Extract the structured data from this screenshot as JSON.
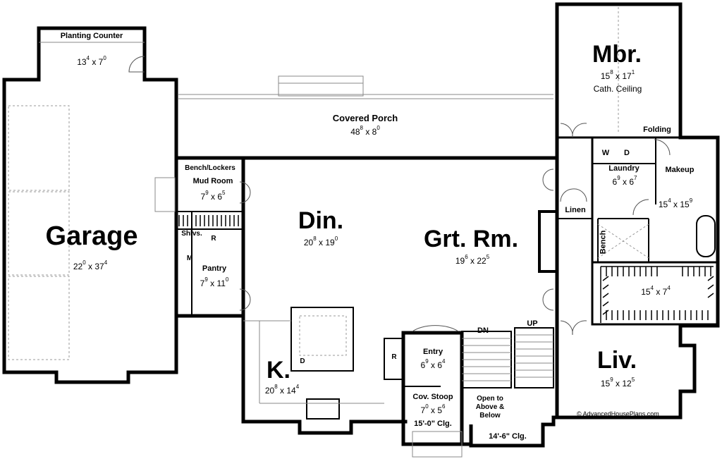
{
  "rooms": {
    "planting": {
      "name": "Planting Counter",
      "dim": {
        "w": "13",
        "wi": "4",
        "h": "7",
        "hi": "0"
      }
    },
    "porch": {
      "name": "Covered Porch",
      "dim": {
        "w": "48",
        "wi": "8",
        "h": "8",
        "hi": "0"
      }
    },
    "mbr": {
      "name": "Mbr.",
      "dim": {
        "w": "15",
        "wi": "8",
        "h": "17",
        "hi": "1"
      },
      "note": "Cath. Ceiling"
    },
    "garage": {
      "name": "Garage",
      "dim": {
        "w": "22",
        "wi": "0",
        "h": "37",
        "hi": "4"
      }
    },
    "mudroom": {
      "name": "Mud Room",
      "dim": {
        "w": "7",
        "wi": "9",
        "h": "6",
        "hi": "5"
      }
    },
    "pantry": {
      "name": "Pantry",
      "dim": {
        "w": "7",
        "wi": "9",
        "h": "11",
        "hi": "0"
      }
    },
    "din": {
      "name": "Din.",
      "dim": {
        "w": "20",
        "wi": "8",
        "h": "19",
        "hi": "0"
      }
    },
    "grt": {
      "name": "Grt. Rm.",
      "dim": {
        "w": "19",
        "wi": "6",
        "h": "22",
        "hi": "5"
      }
    },
    "kitchen": {
      "name": "K.",
      "dim": {
        "w": "20",
        "wi": "8",
        "h": "14",
        "hi": "4"
      }
    },
    "entry": {
      "name": "Entry",
      "dim": {
        "w": "6",
        "wi": "9",
        "h": "6",
        "hi": "4"
      }
    },
    "stoop": {
      "name": "Cov. Stoop",
      "dim": {
        "w": "7",
        "wi": "0",
        "h": "5",
        "hi": "6"
      },
      "note": "15'-0\" Clg."
    },
    "laundry": {
      "name": "Laundry",
      "dim": {
        "w": "6",
        "wi": "9",
        "h": "6",
        "hi": "7"
      }
    },
    "makeup": {
      "name": "Makeup"
    },
    "mbath": {
      "dim": {
        "w": "15",
        "wi": "4",
        "h": "15",
        "hi": "9"
      }
    },
    "closet": {
      "dim": {
        "w": "15",
        "wi": "4",
        "h": "7",
        "hi": "4"
      }
    },
    "liv": {
      "name": "Liv.",
      "dim": {
        "w": "15",
        "wi": "9",
        "h": "12",
        "hi": "5"
      }
    }
  },
  "labels": {
    "bench_lockers": "Bench/Lockers",
    "shlvs": "Shlvs.",
    "r_pantry": "R",
    "m": "M",
    "r_kitchen": "R",
    "d_kitchen": "D",
    "w": "W",
    "d_laundry": "D",
    "folding": "Folding",
    "linen": "Linen",
    "bench": "Bench",
    "dn": "DN",
    "up": "UP",
    "open_to": "Open to\nAbove &\nBelow",
    "clg": "14'-6\" Clg."
  },
  "copyright": "AdvancedHousePlans.com",
  "colors": {
    "wall": "#000000",
    "line": "#888888",
    "dash": "#999999",
    "background": "#ffffff"
  }
}
